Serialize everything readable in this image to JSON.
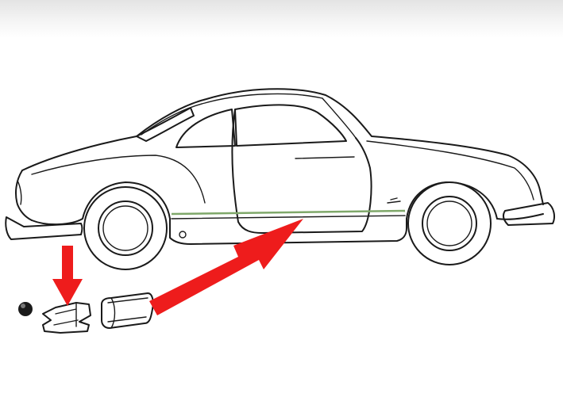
{
  "figure": {
    "subject": "car-side-view-line-drawing",
    "parts": [
      "grommet",
      "trim-clip",
      "trim-molding-piece"
    ],
    "colors": {
      "line": "#1a1a1a",
      "arrow": "#ee1c1c",
      "background": "#ffffff",
      "trim_strip": "#7fa86a"
    },
    "icons": [
      "arrow-down-icon",
      "arrow-diagonal-icon"
    ]
  }
}
